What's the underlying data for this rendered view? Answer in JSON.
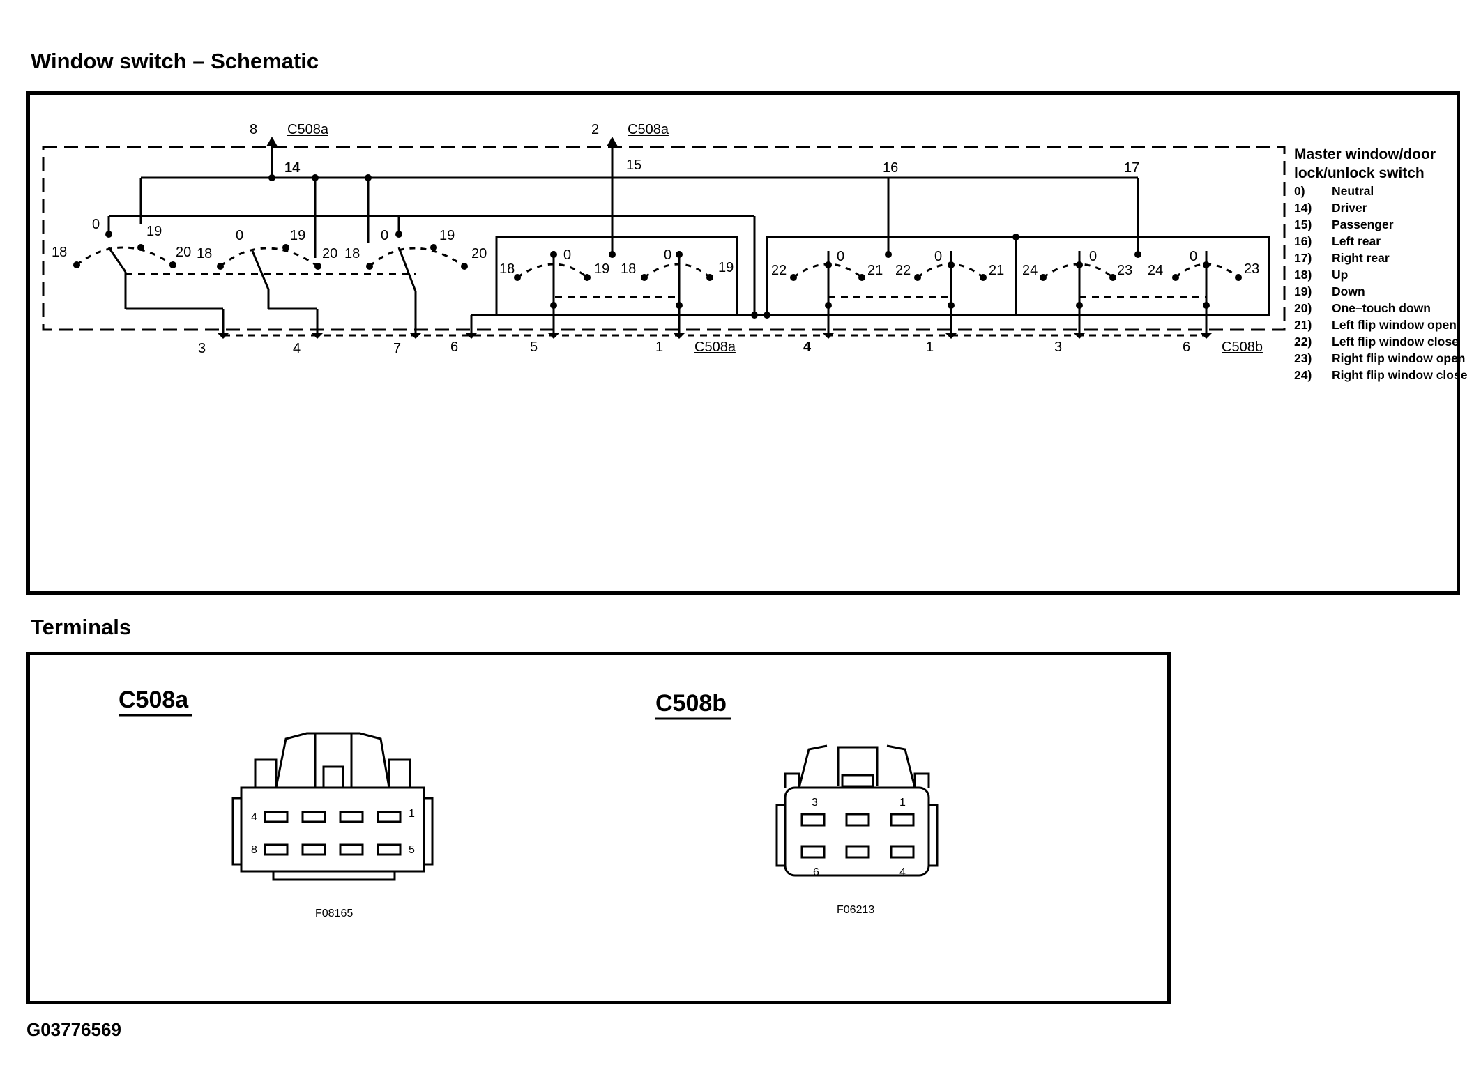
{
  "headings": {
    "schematic": "Window switch – Schematic",
    "terminals": "Terminals"
  },
  "figure_id": "G03776569",
  "legend": {
    "title_line1": "Master window/door",
    "title_line2": "lock/unlock switch",
    "items": [
      {
        "code": "0)",
        "text": "Neutral"
      },
      {
        "code": "14)",
        "text": "Driver"
      },
      {
        "code": "15)",
        "text": "Passenger"
      },
      {
        "code": "16)",
        "text": "Left rear"
      },
      {
        "code": "17)",
        "text": "Right rear"
      },
      {
        "code": "18)",
        "text": "Up"
      },
      {
        "code": "19)",
        "text": "Down"
      },
      {
        "code": "20)",
        "text": "One–touch down"
      },
      {
        "code": "21)",
        "text": "Left flip window open"
      },
      {
        "code": "22)",
        "text": "Left flip window close"
      },
      {
        "code": "23)",
        "text": "Right flip window open"
      },
      {
        "code": "24)",
        "text": "Right flip window close"
      }
    ]
  },
  "schematic": {
    "top_pins": [
      {
        "pin": "8",
        "connector": "C508a"
      },
      {
        "pin": "2",
        "connector": "C508a"
      }
    ],
    "bus_labels": [
      "14",
      "15",
      "16",
      "17"
    ],
    "bottom_pins_a": [
      "3",
      "4",
      "7",
      "6",
      "5",
      "1"
    ],
    "bottom_pins_b": [
      "4",
      "1",
      "3",
      "6"
    ],
    "bottom_connector_a": "C508a",
    "bottom_connector_b": "C508b",
    "switch_labels": {
      "s1": [
        "0",
        "18",
        "19",
        "20"
      ],
      "s2": [
        "0",
        "18",
        "19",
        "20"
      ],
      "s3": [
        "0",
        "18",
        "19",
        "20"
      ],
      "s4": [
        "18",
        "0",
        "19"
      ],
      "s5": [
        "18",
        "0",
        "19"
      ],
      "s6": [
        "22",
        "0",
        "21"
      ],
      "s7": [
        "22",
        "0",
        "21"
      ],
      "s8": [
        "24",
        "0",
        "23"
      ],
      "s9": [
        "24",
        "0",
        "23"
      ]
    }
  },
  "terminals": {
    "c508a": {
      "name": "C508a",
      "code": "F08165",
      "pins": [
        "4",
        "1",
        "8",
        "5"
      ]
    },
    "c508b": {
      "name": "C508b",
      "code": "F06213",
      "pins": [
        "3",
        "1",
        "6",
        "4"
      ]
    }
  }
}
